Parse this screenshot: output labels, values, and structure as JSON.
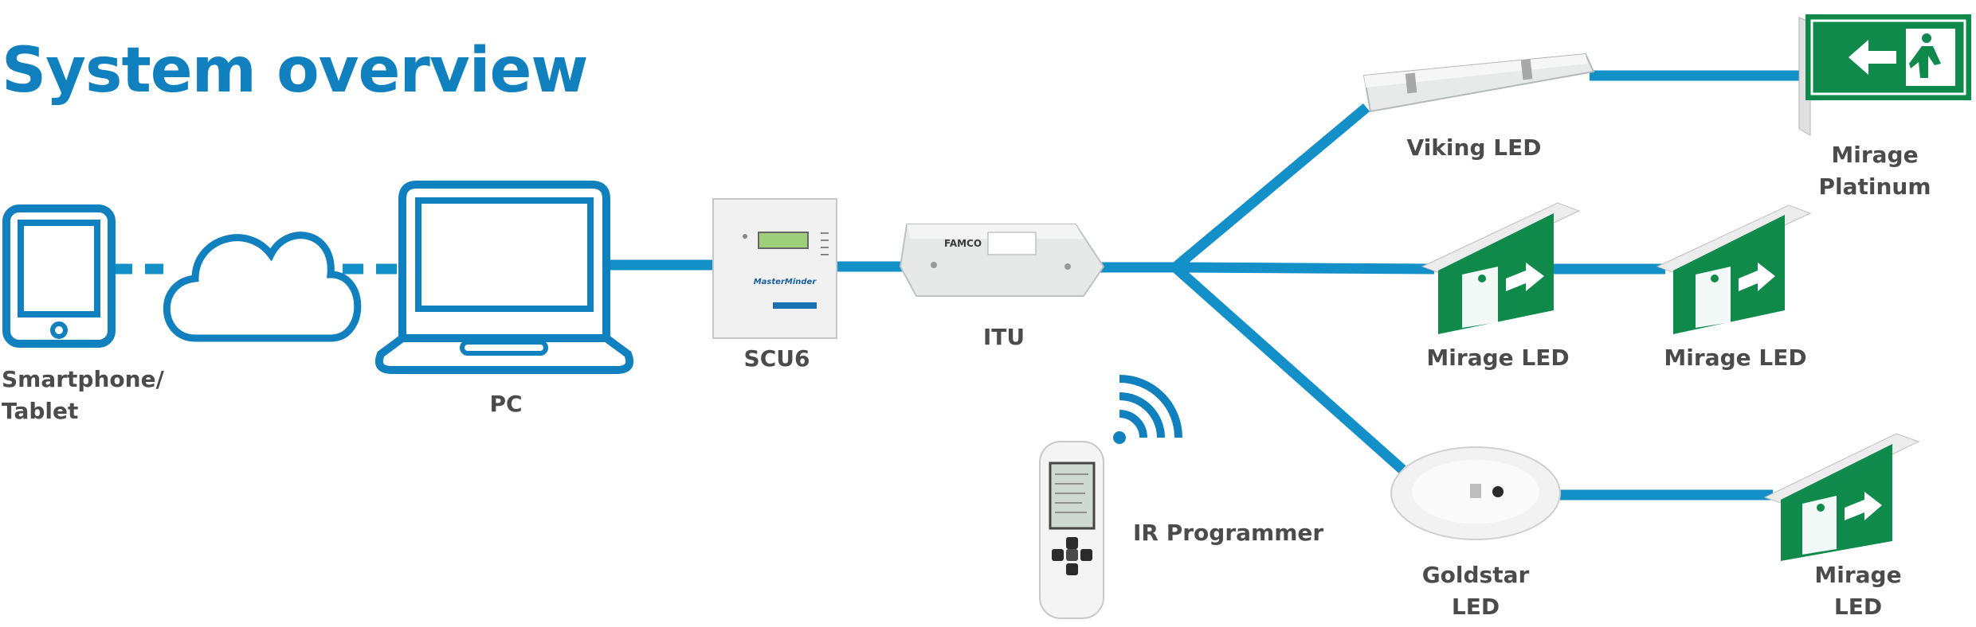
{
  "title": "System overview",
  "colors": {
    "accent": "#1080be",
    "line": "#1490c8",
    "label": "#4b4b4b",
    "sign_green": "#0f8a4a",
    "device_grey": "#e6e8e8"
  },
  "nodes": {
    "smartphone": {
      "line1": "Smartphone/",
      "line2": "Tablet",
      "icon": "tablet-icon"
    },
    "cloud": {
      "icon": "cloud-icon"
    },
    "pc": {
      "label": "PC",
      "icon": "laptop-icon"
    },
    "scu6": {
      "label": "SCU6",
      "device_text": "MasterMinder"
    },
    "itu": {
      "label": "ITU",
      "device_text": "FAMCO"
    },
    "viking": {
      "label": "Viking LED"
    },
    "mirage_platinum": {
      "label": "Mirage Platinum"
    },
    "mirage_led_1": {
      "label": "Mirage LED"
    },
    "mirage_led_2": {
      "label": "Mirage LED"
    },
    "goldstar": {
      "line1": "Goldstar",
      "line2": "LED"
    },
    "mirage_led_3": {
      "line1": "Mirage",
      "line2": "LED"
    },
    "ir_programmer": {
      "label": "IR Programmer",
      "icon": "wifi-signal-icon"
    }
  }
}
